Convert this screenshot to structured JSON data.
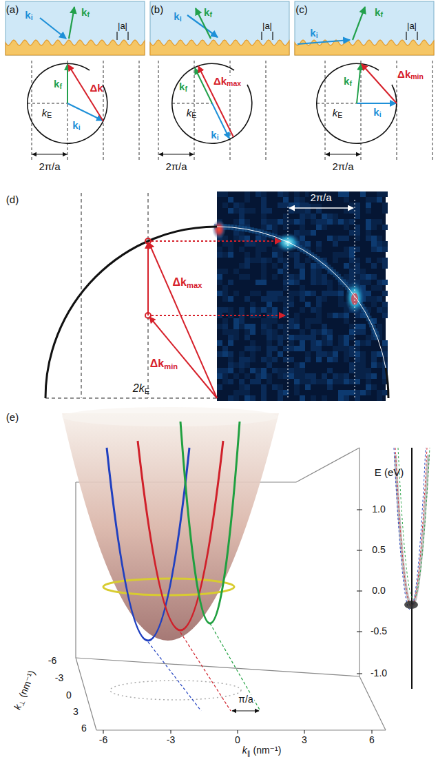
{
  "diagram": {
    "labels": [
      "(a)",
      "ki",
      "kf",
      "|a|",
      "kf",
      "Δk",
      "kE",
      "ki",
      "2π/a",
      "(b)",
      "ki",
      "kf",
      "|a|",
      "kf",
      "Δkmax",
      "kE",
      "ki",
      "2π/a",
      "(c)",
      "ki",
      "kf",
      "|a|",
      "kf",
      "Δkmin",
      "kE",
      "ki",
      "2π/a",
      "(d)",
      "2π/a",
      "Δkmax",
      "Δkmin",
      "2kE",
      "(e)",
      "E (eV)",
      "1.0",
      "0.5",
      "0.0",
      "-0.5",
      "-1.0",
      "k⊥ (nm⁻¹)",
      "-6",
      "-3",
      "0",
      "3",
      "6",
      "-6",
      "-3",
      "0",
      "3",
      "6",
      "k∥ (nm⁻¹)",
      "π/a"
    ]
  }
}
